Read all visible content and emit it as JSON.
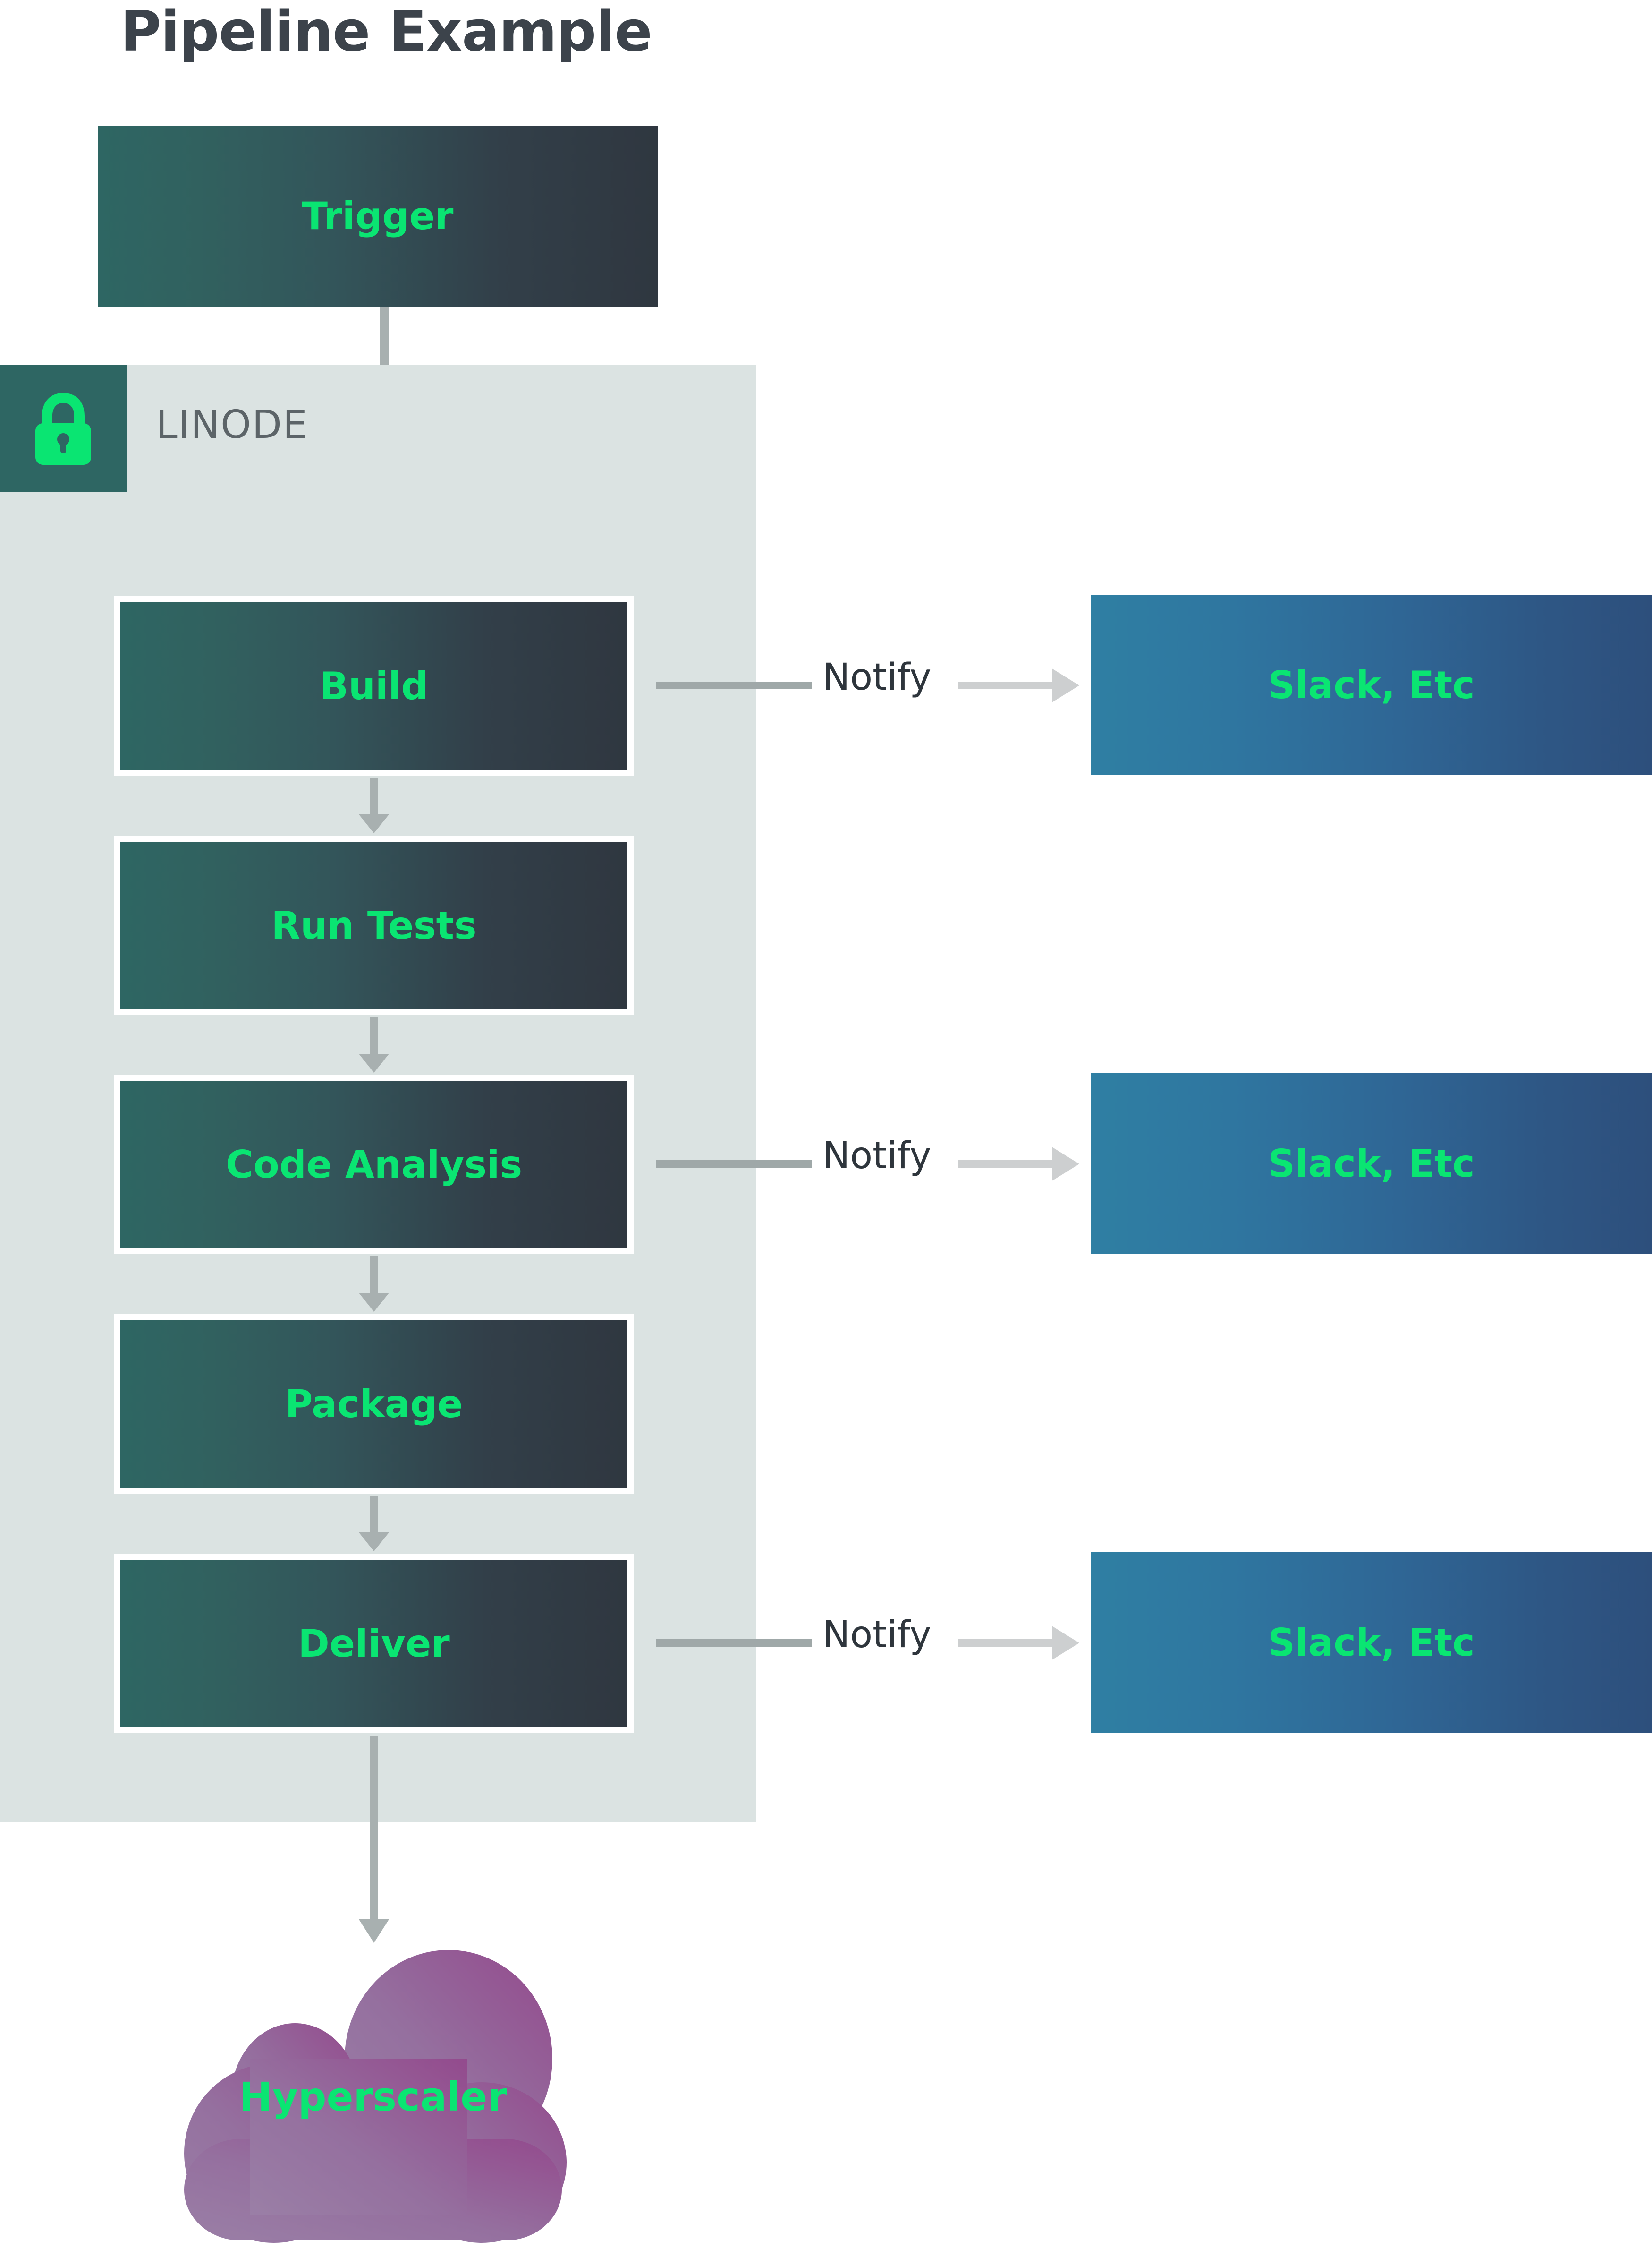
{
  "page": {
    "title": "Pipeline Example",
    "background": "#ffffff"
  },
  "colors": {
    "title_text": "#3c434b",
    "accent_green": "#0ae572",
    "stage_gradient_start": "#2e6663",
    "stage_gradient_end": "#2f3740",
    "notify_gradient_start": "#2f7fa3",
    "notify_gradient_end": "#2d4f7c",
    "region_background": "#dbe3e2",
    "lock_square": "#2e6663",
    "arrow_gray": "#a8b0b0",
    "connector_gray": "#9fa8a8",
    "connector_light_gray": "#cdcfd0",
    "region_label_text": "#5c6468",
    "cloud_gradient_start": "#9a7aa8",
    "cloud_gradient_end": "#8f3f86"
  },
  "trigger": {
    "label": "Trigger"
  },
  "region": {
    "name": "LINODE",
    "icon": "lock-icon"
  },
  "pipeline": {
    "stages": [
      {
        "id": "build",
        "label": "Build"
      },
      {
        "id": "run-tests",
        "label": "Run Tests"
      },
      {
        "id": "code-analysis",
        "label": "Code Analysis"
      },
      {
        "id": "package",
        "label": "Package"
      },
      {
        "id": "deliver",
        "label": "Deliver"
      }
    ]
  },
  "notifications": [
    {
      "edge_label": "Notify",
      "target_label": "Slack, Etc",
      "source_stage": "build"
    },
    {
      "edge_label": "Notify",
      "target_label": "Slack, Etc",
      "source_stage": "code-analysis"
    },
    {
      "edge_label": "Notify",
      "target_label": "Slack, Etc",
      "source_stage": "deliver"
    }
  ],
  "target": {
    "label": "Hyperscaler",
    "shape": "cloud"
  }
}
